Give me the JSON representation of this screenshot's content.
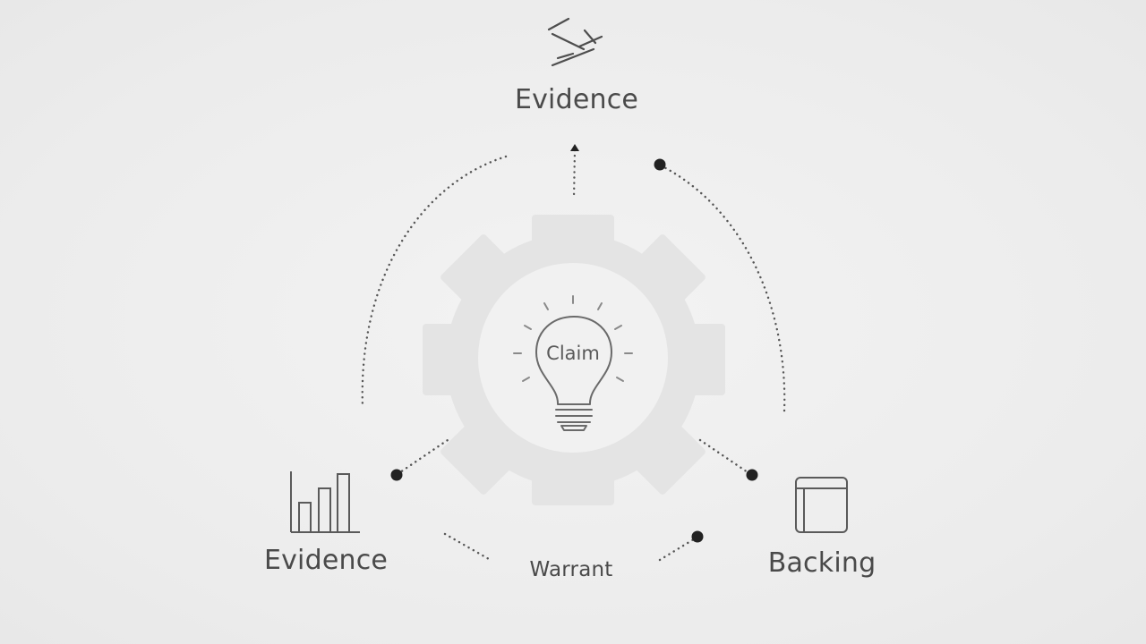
{
  "nodes": {
    "top": {
      "label": "Evidence",
      "icon": "scale-balance-icon"
    },
    "left": {
      "label": "Evidence",
      "icon": "bar-chart-icon"
    },
    "right": {
      "label": "Backing",
      "icon": "book-icon"
    },
    "bottom": {
      "label": "Warrant"
    },
    "center": {
      "label": "Claim",
      "icon": "lightbulb-icon",
      "frame_icon": "gear-icon"
    }
  },
  "colors": {
    "background": "#efefef",
    "text": "#4a4a4a",
    "lines": "#555555",
    "gear": "#e4e4e4",
    "dot": "#222222"
  }
}
